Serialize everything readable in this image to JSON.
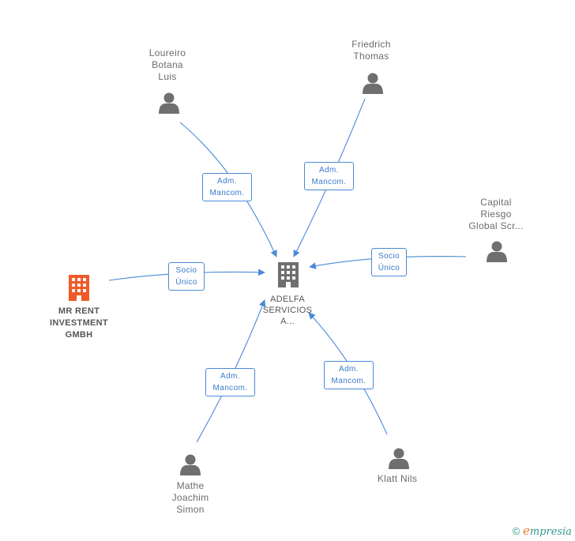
{
  "center": {
    "label": "ADELFA\nSERVICIOS\nA..."
  },
  "nodes": {
    "loureiro": {
      "label": "Loureiro\nBotana\nLuis"
    },
    "friedrich": {
      "label": "Friedrich\nThomas"
    },
    "capital": {
      "label": "Capital\nRiesgo\nGlobal Scr..."
    },
    "mrrent": {
      "label": "MR RENT\nINVESTMENT\nGMBH"
    },
    "mathe": {
      "label": "Mathe\nJoachim\nSimon"
    },
    "klatt": {
      "label": "Klatt Nils"
    }
  },
  "relations": {
    "loureiro": "Adm.\nMancom.",
    "friedrich": "Adm.\nMancom.",
    "capital": "Socio\nÚnico",
    "mrrent": "Socio\nÚnico",
    "mathe": "Adm.\nMancom.",
    "klatt": "Adm.\nMancom."
  },
  "colors": {
    "edge": "#4a8ad6",
    "person": "#6f6f6f",
    "company_main": "#6f6f6f",
    "company_highlight": "#f05a28"
  },
  "footer": {
    "copyright": "©",
    "brand_initial": "e",
    "brand_rest": "mpresia"
  }
}
